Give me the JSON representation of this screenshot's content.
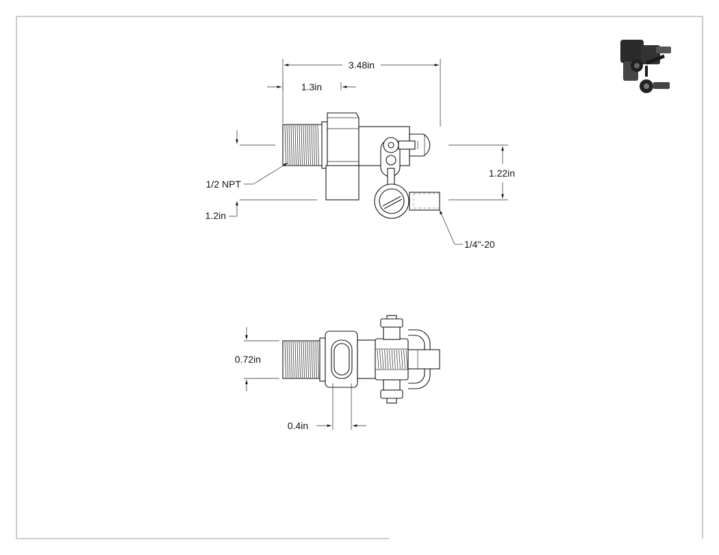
{
  "drawing": {
    "front_view": {
      "overall_length": "3.48in",
      "thread_to_hex": "1.3in",
      "pipe_thread": "1/2 NPT",
      "offset_height": "1.2in",
      "body_height": "1.22in",
      "side_thread": "1/4\"-20"
    },
    "top_view": {
      "width": "0.72in",
      "wall": "0.4in"
    }
  },
  "colors": {
    "line": "#111111",
    "frame": "#999999",
    "thumbnail": "#2b2b2b"
  }
}
